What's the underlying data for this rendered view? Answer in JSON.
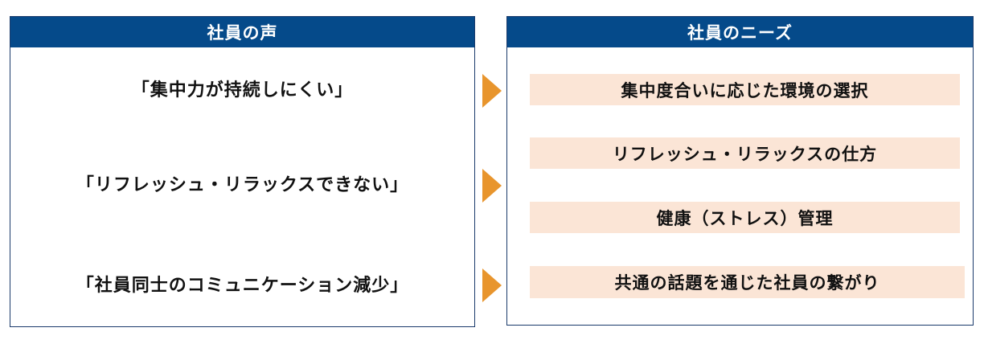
{
  "left_panel": {
    "title": "社員の声",
    "voices": [
      "「集中力が持続しにくい」",
      "「リフレッシュ・リラックスできない」",
      "「社員同士のコミュニケーション減少」"
    ]
  },
  "right_panel": {
    "title": "社員のニーズ",
    "needs": [
      "集中度合いに応じた環境の選択",
      "リフレッシュ・リラックスの仕方",
      "健康（ストレス）管理",
      "共通の話題を通じた社員の繋がり"
    ]
  },
  "colors": {
    "header_bg": "#054a8a",
    "border": "#1a3a6b",
    "need_bg": "#fbe5d6",
    "arrow": "#e8952d"
  }
}
